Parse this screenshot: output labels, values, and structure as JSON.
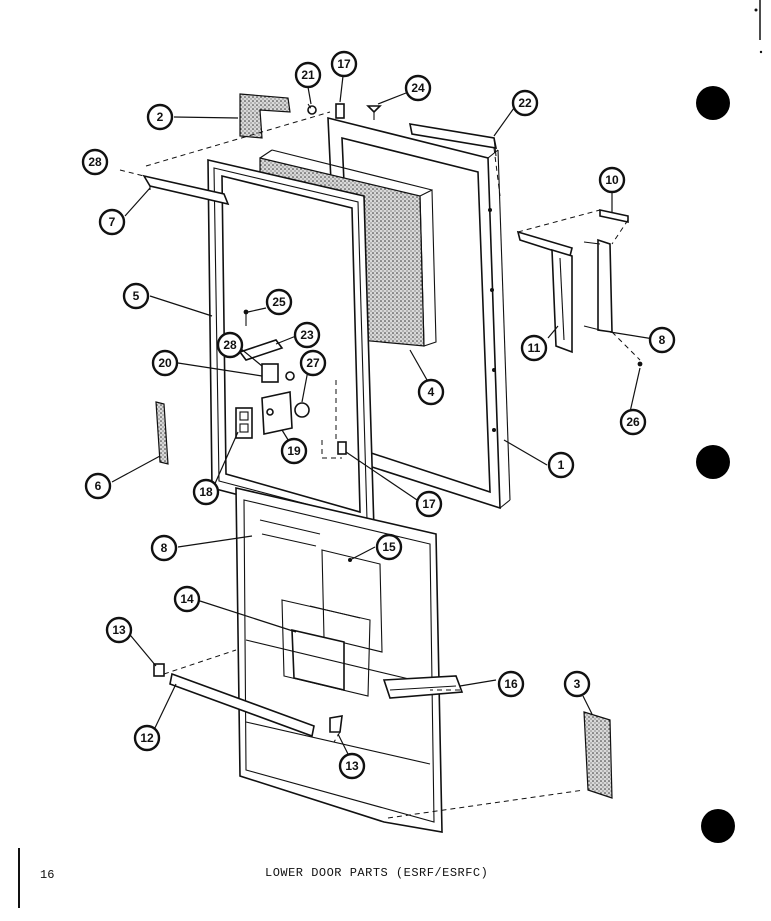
{
  "diagram": {
    "caption": "LOWER DOOR PARTS (ESRF/ESRFC)",
    "page_number": "16",
    "callouts": [
      {
        "label": "1"
      },
      {
        "label": "2"
      },
      {
        "label": "3"
      },
      {
        "label": "4"
      },
      {
        "label": "5"
      },
      {
        "label": "6"
      },
      {
        "label": "7"
      },
      {
        "label": "8"
      },
      {
        "label": "8"
      },
      {
        "label": "10"
      },
      {
        "label": "11"
      },
      {
        "label": "12"
      },
      {
        "label": "13"
      },
      {
        "label": "13"
      },
      {
        "label": "14"
      },
      {
        "label": "15"
      },
      {
        "label": "16"
      },
      {
        "label": "17"
      },
      {
        "label": "17"
      },
      {
        "label": "18"
      },
      {
        "label": "19"
      },
      {
        "label": "20"
      },
      {
        "label": "21"
      },
      {
        "label": "22"
      },
      {
        "label": "23"
      },
      {
        "label": "24"
      },
      {
        "label": "25"
      },
      {
        "label": "26"
      },
      {
        "label": "27"
      },
      {
        "label": "28"
      },
      {
        "label": "28"
      }
    ]
  },
  "colors": {
    "ink": "#111111",
    "paper": "#ffffff"
  }
}
